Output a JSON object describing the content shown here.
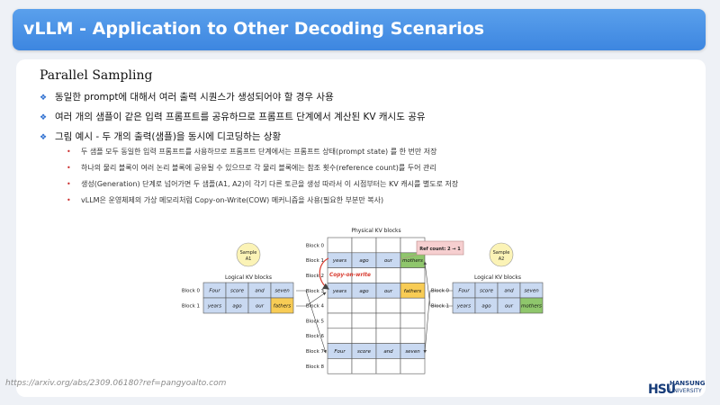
{
  "header": {
    "title": "vLLM - Application to Other Decoding Scenarios"
  },
  "section": {
    "heading": "Parallel Sampling"
  },
  "bullets": [
    "동일한 prompt에 대해서 여러 출력 시퀀스가 생성되어야 할 경우 사용",
    "여러 개의 샘플이 같은 입력 프롬프트를 공유하므로 프롬프트 단계에서 계산된 KV 캐시도 공유",
    "그림 예시 - 두 개의 출력(샘플)을 동시에 디코딩하는 상황"
  ],
  "sub_bullets": [
    "두 샘플 모두 동일한 입력 프롬프트를 사용하므로 프롬프트 단계에서는 프롬프트 상태(prompt state) 를 한 번만 저장",
    "하나의 물리 블록이 여러 논리 블록에 공유될 수 있으므로 각 물리 블록에는 참조 횟수(reference count)를 두어 관리",
    "생성(Generation) 단계로 넘어가면 두 샘플(A1, A2)이 각기 다른 토큰을 생성 따라서 이 시점부터는 KV 캐시를 별도로 저장",
    "vLLM은 운영체제의 가상 메모리처럼 Copy-on-Write(COW) 메커니즘을 사용(필요한 부분만 복사)"
  ],
  "diagram": {
    "physical_title": "Physical KV blocks",
    "physical_block_labels": [
      "Block 0",
      "Block 1",
      "Block 2",
      "Block 3",
      "Block 4",
      "Block 5",
      "Block 6",
      "Block 7",
      "Block 8"
    ],
    "physical_rows": [
      [
        "",
        "",
        "",
        ""
      ],
      [
        "years",
        "ago",
        "our",
        "mothers"
      ],
      [
        "",
        "",
        "",
        ""
      ],
      [
        "years",
        "ago",
        "our",
        "fathers"
      ],
      [
        "",
        "",
        "",
        ""
      ],
      [
        "",
        "",
        "",
        ""
      ],
      [
        "",
        "",
        "",
        ""
      ],
      [
        "Four",
        "score",
        "and",
        "seven"
      ],
      [
        "",
        "",
        "",
        ""
      ]
    ],
    "copy_on_write": "Copy-on-write",
    "ref_count": "Ref count: 2 → 1",
    "sample_a1": {
      "line1": "Sample",
      "line2": "A1"
    },
    "sample_a2": {
      "line1": "Sample",
      "line2": "A2"
    },
    "logical_title": "Logical KV blocks",
    "logical_block_labels": [
      "Block 0",
      "Block 1"
    ],
    "logical_a1": [
      [
        "Four",
        "score",
        "and",
        "seven"
      ],
      [
        "years",
        "ago",
        "our",
        "fathers"
      ]
    ],
    "logical_a2": [
      [
        "Four",
        "score",
        "and",
        "seven"
      ],
      [
        "years",
        "ago",
        "our",
        "mothers"
      ]
    ],
    "colors": {
      "token_blue": "#c9d9f1",
      "highlight_yellow": "#f8cc55",
      "highlight_green": "#8fc66c",
      "ref_pink": "#f6cfd0",
      "sample_circle": "#fbf3b6",
      "cow_red": "#d83a2e"
    }
  },
  "footer": {
    "source": "https://arxiv.org/abs/2309.06180?ref=pangyoalto.com",
    "logo_mark": "HSU",
    "logo_name": "HANSUNG",
    "logo_sub": "UNIVERSITY"
  }
}
